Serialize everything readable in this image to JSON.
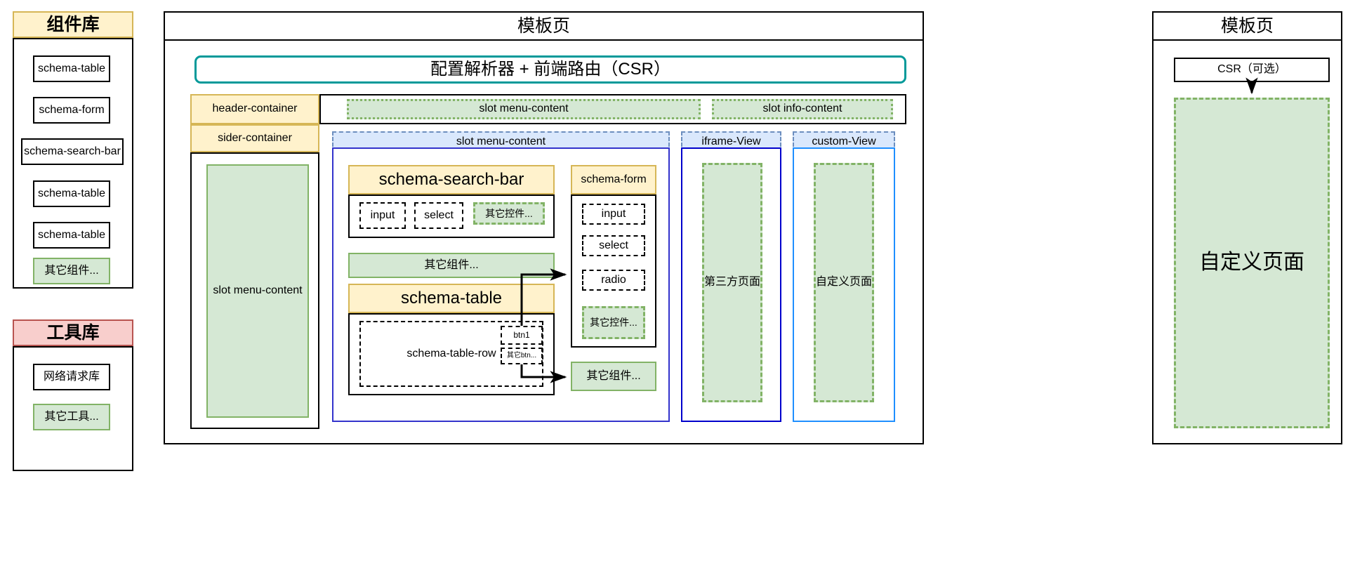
{
  "panels": {
    "component_library": {
      "title": "组件库",
      "items": [
        {
          "label": "schema-table",
          "style": "plain"
        },
        {
          "label": "schema-form",
          "style": "plain"
        },
        {
          "label": "schema-search-bar",
          "style": "plain"
        },
        {
          "label": "schema-table",
          "style": "plain"
        },
        {
          "label": "schema-table",
          "style": "plain"
        },
        {
          "label": "其它组件...",
          "style": "green"
        }
      ]
    },
    "tool_library": {
      "title": "工具库",
      "items": [
        {
          "label": "网络请求库",
          "style": "plain"
        },
        {
          "label": "其它工具...",
          "style": "green"
        }
      ]
    },
    "template_page_main": {
      "title": "模板页",
      "router_box": "配置解析器 + 前端路由（CSR）",
      "header_container_label": "header-container",
      "sider_container_label": "sider-container",
      "header_slots": [
        {
          "label": "slot menu-content"
        },
        {
          "label": "slot info-content"
        }
      ],
      "sider_slot_label": "slot menu-content",
      "content_tabs": [
        {
          "label": "slot menu-content"
        },
        {
          "label": "iframe-View"
        },
        {
          "label": "custom-View"
        }
      ],
      "search_bar": {
        "title": "schema-search-bar",
        "controls": [
          {
            "label": "input",
            "style": "dashed"
          },
          {
            "label": "select",
            "style": "dashed"
          },
          {
            "label": "其它控件...",
            "style": "green"
          }
        ]
      },
      "other_components_mid": "其它组件...",
      "table": {
        "title": "schema-table",
        "row_label": "schema-table-row",
        "buttons": [
          {
            "label": "btn1"
          },
          {
            "label": "其它btn..."
          }
        ]
      },
      "form": {
        "title": "schema-form",
        "controls": [
          {
            "label": "input",
            "style": "dashed"
          },
          {
            "label": "select",
            "style": "dashed"
          },
          {
            "label": "radio",
            "style": "dashed"
          },
          {
            "label": "其它控件...",
            "style": "green"
          }
        ]
      },
      "other_components_right": "其它组件...",
      "iframe_view_body": "第三方页面",
      "custom_view_body": "自定义页面"
    },
    "template_page_right": {
      "title": "模板页",
      "csr_box": "CSR（可选）",
      "body": "自定义页面"
    }
  },
  "colors": {
    "header_yellow_fill": "#FFF2CC",
    "header_yellow_border": "#D6B656",
    "header_red_fill": "#F8CECC",
    "header_red_border": "#B85450",
    "green_fill": "#D5E8D4",
    "green_border": "#82B366",
    "blue_fill": "#DAE8FC",
    "blue_border": "#6C8EBF",
    "teal_border": "#009999",
    "navy_border": "#0000CC",
    "bright_blue_border": "#1F8FFF",
    "black": "#000000"
  }
}
